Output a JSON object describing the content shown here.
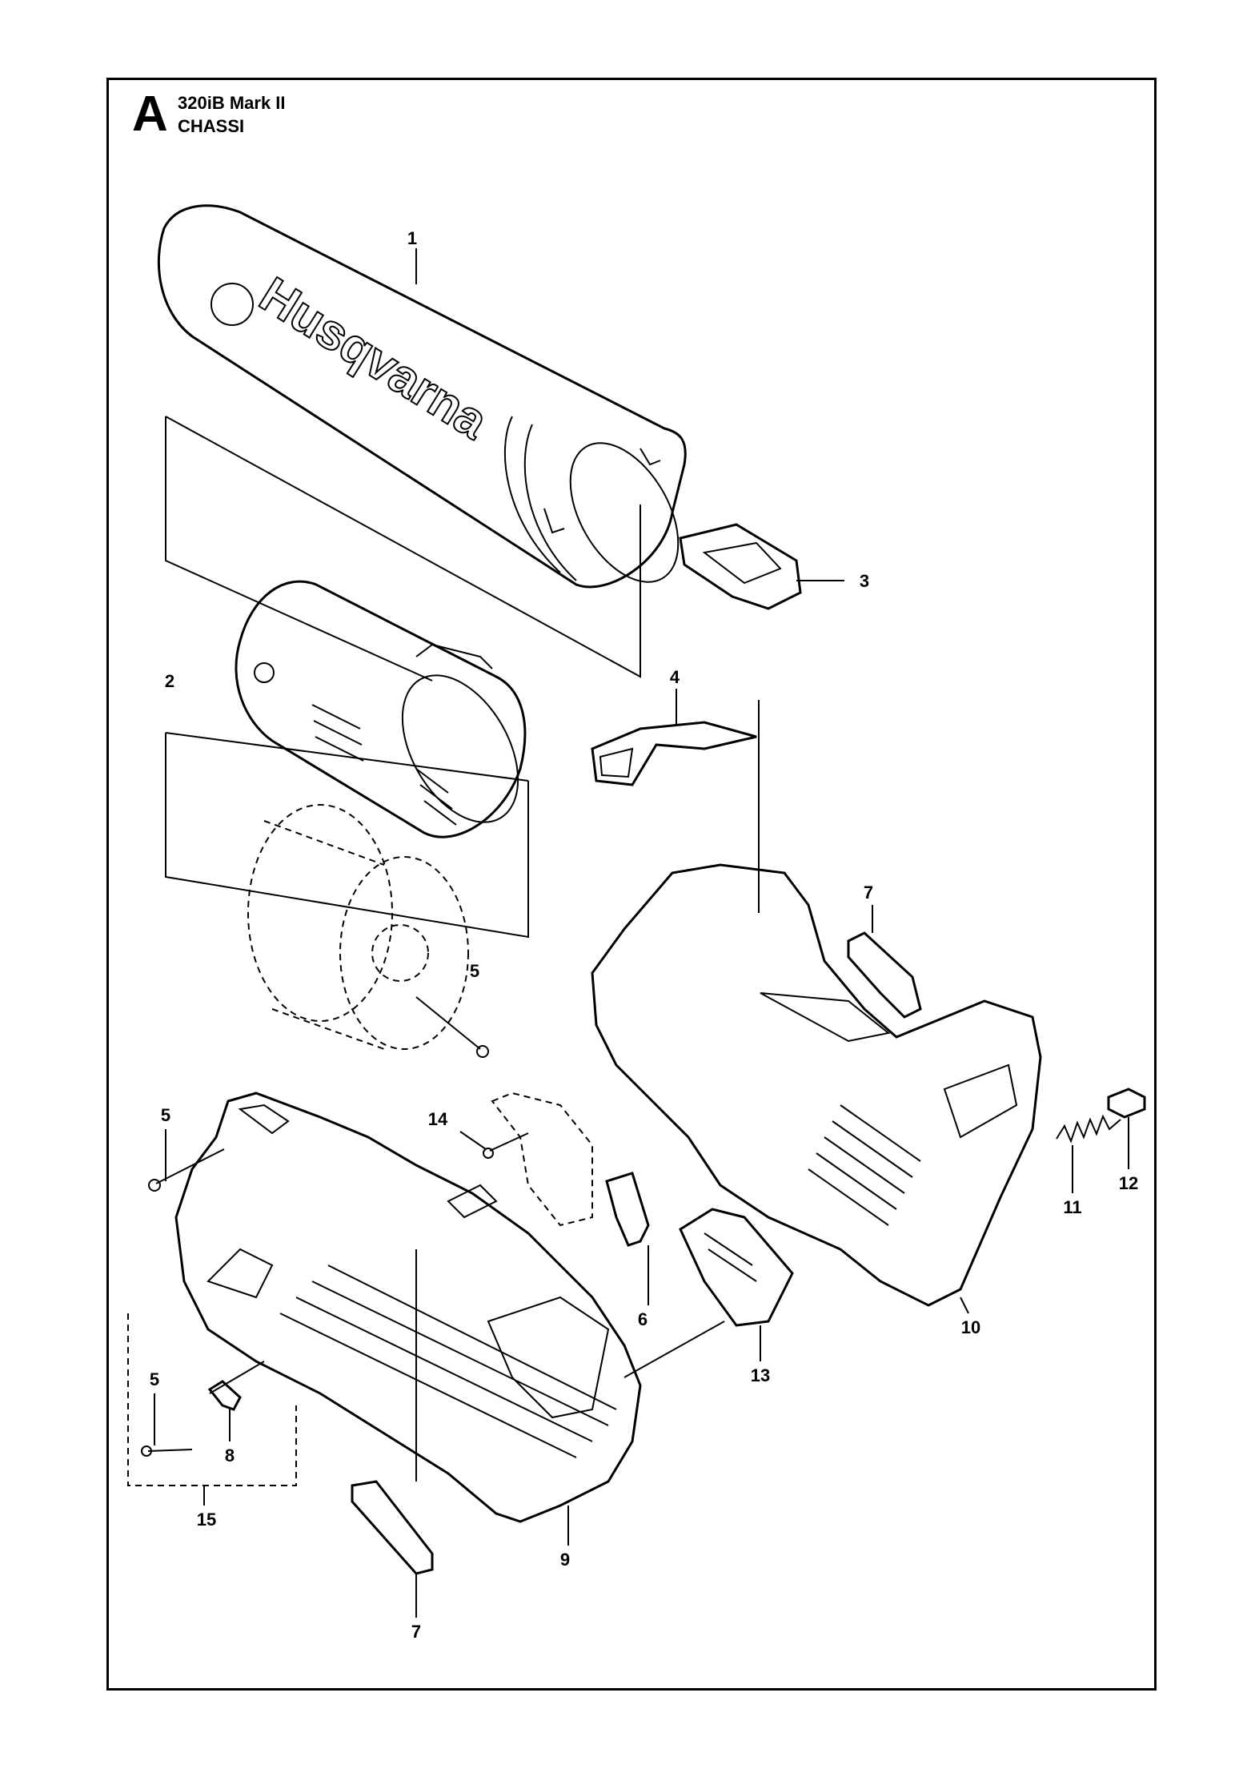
{
  "header": {
    "section_letter": "A",
    "model": "320iB Mark II",
    "section": "CHASSI"
  },
  "brand_text": "Husqvarna",
  "callouts": {
    "c1": "1",
    "c2": "2",
    "c3": "3",
    "c4": "4",
    "c5a": "5",
    "c5b": "5",
    "c5c": "5",
    "c6": "6",
    "c7a": "7",
    "c7b": "7",
    "c8": "8",
    "c9": "9",
    "c10": "10",
    "c11": "11",
    "c12": "12",
    "c13": "13",
    "c14": "14",
    "c15": "15"
  }
}
